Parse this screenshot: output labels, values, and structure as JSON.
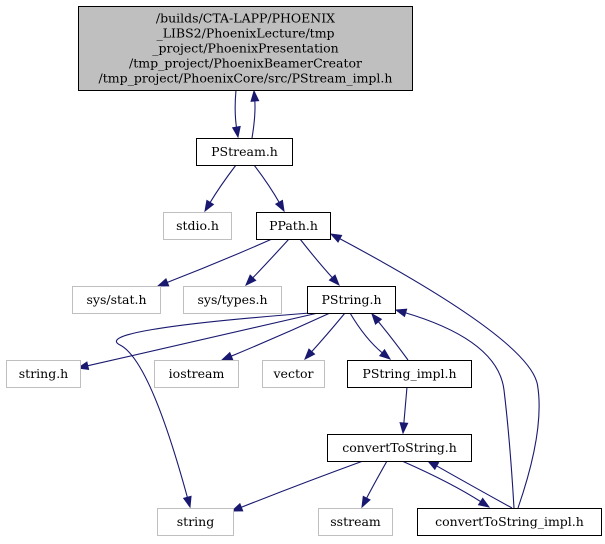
{
  "diagram": {
    "edge_color": "#191970",
    "nodes": [
      {
        "id": "root",
        "lines": [
          "/builds/CTA-LAPP/PHOENIX",
          "_LIBS2/PhoenixLecture/tmp",
          "_project/PhoenixPresentation",
          "/tmp_project/PhoenixBeamerCreator",
          "/tmp_project/PhoenixCore/src/PStream_impl.h"
        ],
        "fill": "#bfbfbf",
        "border": "#000000"
      },
      {
        "id": "pstream",
        "lines": [
          "PStream.h"
        ],
        "fill": "#ffffff",
        "border": "#000000"
      },
      {
        "id": "stdio",
        "lines": [
          "stdio.h"
        ],
        "fill": "#ffffff",
        "border": "#bfbfbf"
      },
      {
        "id": "ppath",
        "lines": [
          "PPath.h"
        ],
        "fill": "#ffffff",
        "border": "#000000"
      },
      {
        "id": "sysstat",
        "lines": [
          "sys/stat.h"
        ],
        "fill": "#ffffff",
        "border": "#bfbfbf"
      },
      {
        "id": "systypes",
        "lines": [
          "sys/types.h"
        ],
        "fill": "#ffffff",
        "border": "#bfbfbf"
      },
      {
        "id": "pstring",
        "lines": [
          "PString.h"
        ],
        "fill": "#ffffff",
        "border": "#000000"
      },
      {
        "id": "stringh",
        "lines": [
          "string.h"
        ],
        "fill": "#ffffff",
        "border": "#bfbfbf"
      },
      {
        "id": "iostream",
        "lines": [
          "iostream"
        ],
        "fill": "#ffffff",
        "border": "#bfbfbf"
      },
      {
        "id": "vector",
        "lines": [
          "vector"
        ],
        "fill": "#ffffff",
        "border": "#bfbfbf"
      },
      {
        "id": "pstringimpl",
        "lines": [
          "PString_impl.h"
        ],
        "fill": "#ffffff",
        "border": "#000000"
      },
      {
        "id": "converttostring",
        "lines": [
          "convertToString.h"
        ],
        "fill": "#ffffff",
        "border": "#000000"
      },
      {
        "id": "string",
        "lines": [
          "string"
        ],
        "fill": "#ffffff",
        "border": "#bfbfbf"
      },
      {
        "id": "sstream",
        "lines": [
          "sstream"
        ],
        "fill": "#ffffff",
        "border": "#bfbfbf"
      },
      {
        "id": "converttostringimpl",
        "lines": [
          "convertToString_impl.h"
        ],
        "fill": "#ffffff",
        "border": "#000000"
      }
    ],
    "edges": [
      {
        "from": "root",
        "to": "pstream"
      },
      {
        "from": "pstream",
        "to": "root"
      },
      {
        "from": "pstream",
        "to": "stdio"
      },
      {
        "from": "pstream",
        "to": "ppath"
      },
      {
        "from": "ppath",
        "to": "sysstat"
      },
      {
        "from": "ppath",
        "to": "systypes"
      },
      {
        "from": "ppath",
        "to": "pstring"
      },
      {
        "from": "pstring",
        "to": "stringh"
      },
      {
        "from": "pstring",
        "to": "iostream"
      },
      {
        "from": "pstring",
        "to": "vector"
      },
      {
        "from": "pstring",
        "to": "pstringimpl"
      },
      {
        "from": "pstring",
        "to": "string"
      },
      {
        "from": "pstringimpl",
        "to": "pstring"
      },
      {
        "from": "pstringimpl",
        "to": "converttostring"
      },
      {
        "from": "converttostring",
        "to": "string"
      },
      {
        "from": "converttostring",
        "to": "sstream"
      },
      {
        "from": "converttostring",
        "to": "converttostringimpl"
      },
      {
        "from": "converttostringimpl",
        "to": "converttostring"
      },
      {
        "from": "converttostringimpl",
        "to": "pstring"
      },
      {
        "from": "converttostringimpl",
        "to": "ppath"
      }
    ]
  }
}
